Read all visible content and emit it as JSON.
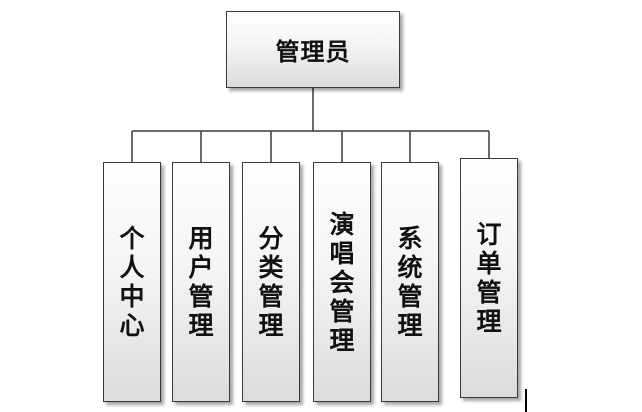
{
  "root": {
    "label": "管理员"
  },
  "children": [
    {
      "label": "个\n人\n中\n心"
    },
    {
      "label": "用\n户\n管\n理"
    },
    {
      "label": "分\n类\n管\n理"
    },
    {
      "label": "演\n唱\n会\n管\n理"
    },
    {
      "label": "系\n统\n管\n理"
    },
    {
      "label": "订\n单\n管\n理"
    }
  ],
  "colors": {
    "line": "#3a3a3a",
    "box_border": "#3a3a3a",
    "text": "#111111"
  }
}
